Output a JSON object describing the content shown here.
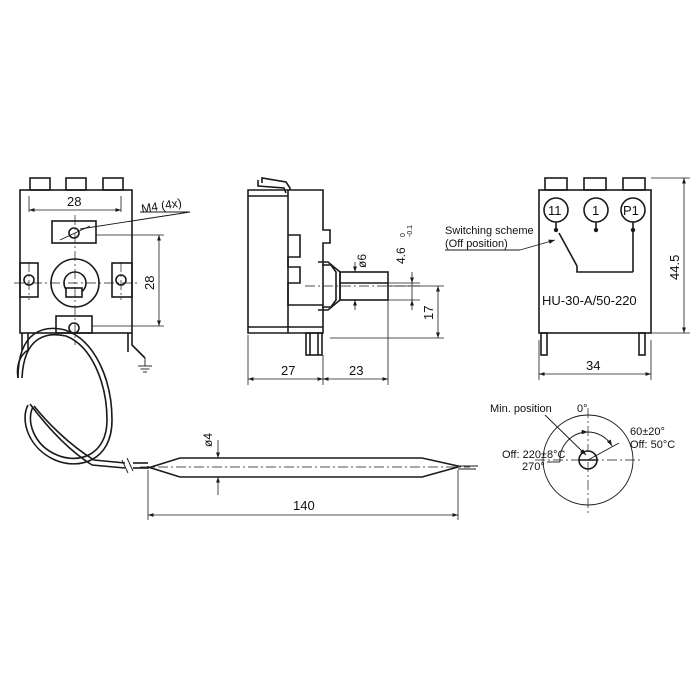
{
  "front_view": {
    "top_width_label": "28",
    "thread_label": "M4 (4x)",
    "hole_spacing_label": "28"
  },
  "side_view": {
    "shaft_diameter_label": "ø6",
    "flat_label": "4.6",
    "flat_tol_upper": "0",
    "flat_tol_lower": "-0.1",
    "shaft_length_label": "17",
    "body_depth_label": "27",
    "shaft_offset_label": "23"
  },
  "rear_view": {
    "switching_scheme_line1": "Switching scheme",
    "switching_scheme_line2": "(Off position)",
    "terminals": [
      "11",
      "1",
      "P1"
    ],
    "model_label": "HU-30-A/50-220",
    "height_label": "44.5",
    "width_label": "34"
  },
  "bulb": {
    "diameter_label": "ø4",
    "length_label": "140"
  },
  "dial": {
    "min_position_label": "Min. position",
    "zero_label": "0°",
    "range_label": "60±20°",
    "off_50_label": "Off: 50°C",
    "off_220_label": "Off: 220±8°C",
    "deg270_label": "270°"
  }
}
